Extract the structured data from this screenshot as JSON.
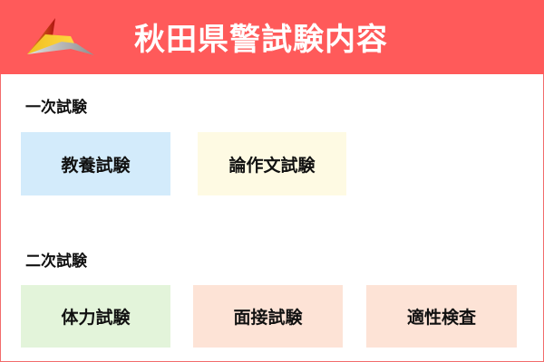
{
  "header": {
    "title": "秋田県警試験内容"
  },
  "first_exam": {
    "label": "一次試験",
    "items": [
      {
        "label": "教養試験",
        "color": "#d3ebfb"
      },
      {
        "label": "論作文試験",
        "color": "#fefae3"
      }
    ]
  },
  "second_exam": {
    "label": "二次試験",
    "items": [
      {
        "label": "体力試験",
        "color": "#e3f4da"
      },
      {
        "label": "面接試験",
        "color": "#fde3d6"
      },
      {
        "label": "適性検査",
        "color": "#fde3d6"
      }
    ]
  }
}
